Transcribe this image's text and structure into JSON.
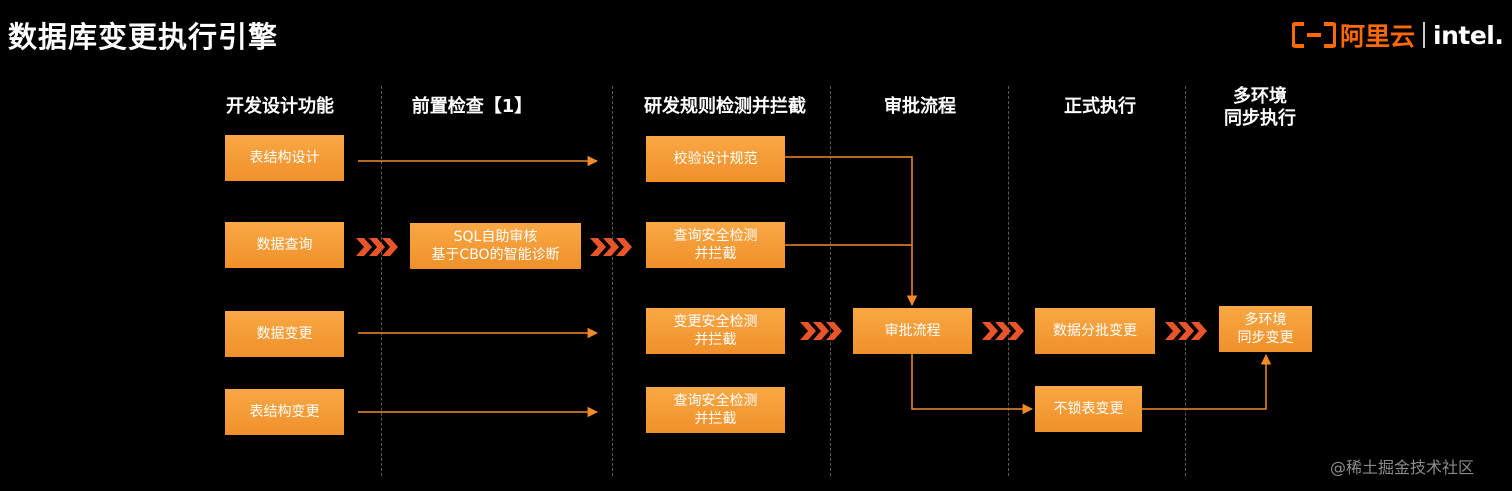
{
  "title": "数据库变更执行引擎",
  "logo": {
    "aliyun_text": "阿里云",
    "intel_text": "intel."
  },
  "columns": [
    "开发设计功能",
    "前置检查【1】",
    "研发规则检测并拦截",
    "审批流程",
    "正式执行",
    "多环境\n同步执行"
  ],
  "boxes": {
    "table_design": "表结构设计",
    "data_query": "数据查询",
    "data_change": "数据变更",
    "table_change": "表结构变更",
    "sql_audit": "SQL自助审核\n基于CBO的智能诊断",
    "verify_design": "校验设计规范",
    "query_check_1": "查询安全检测\n并拦截",
    "change_check": "变更安全检测\n并拦截",
    "query_check_2": "查询安全检测\n并拦截",
    "approval": "审批流程",
    "batch_change": "数据分批变更",
    "nolock_change": "不锁表变更",
    "multi_env": "多环境\n同步变更"
  },
  "colors": {
    "box": "#f39a33",
    "line": "#f08a2a",
    "chevron": "#e8552a",
    "logo": "#ff6a00"
  },
  "watermark": "@稀土掘金技术社区"
}
